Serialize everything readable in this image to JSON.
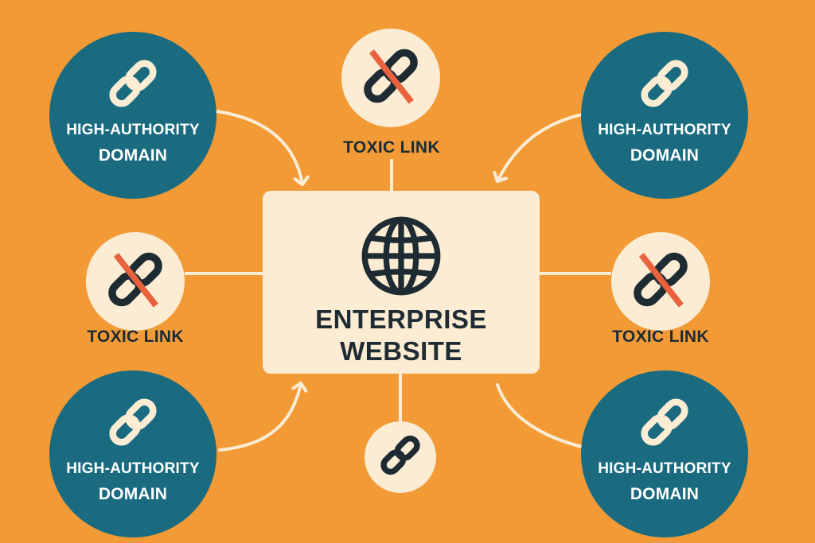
{
  "colors": {
    "background": "#f29a36",
    "domain_circle": "#1a6b80",
    "cream": "#fbecd3",
    "dark_text": "#1e2b33",
    "toxic_cross": "#e8623d",
    "connector": "#fbecd3"
  },
  "center": {
    "icon": "globe-icon",
    "line1": "ENTERPRISE",
    "line2": "WEBSITE"
  },
  "domains": {
    "top_left": {
      "icon": "link-icon",
      "line1": "HIGH-AUTHORITY",
      "line2": "DOMAIN"
    },
    "top_right": {
      "icon": "link-icon",
      "line1": "HIGH-AUTHORITY",
      "line2": "DOMAIN"
    },
    "bottom_left": {
      "icon": "link-icon",
      "line1": "HIGH-AUTHORITY",
      "line2": "DOMAIN"
    },
    "bottom_right": {
      "icon": "link-icon",
      "line1": "HIGH-AUTHORITY",
      "line2": "DOMAIN"
    }
  },
  "toxic": {
    "top": {
      "icon": "broken-link-icon",
      "label": "TOXIC LINK"
    },
    "left": {
      "icon": "broken-link-icon",
      "label": "TOXIC LINK"
    },
    "right": {
      "icon": "broken-link-icon",
      "label": "TOXIC LINK"
    }
  },
  "bottom_link": {
    "icon": "link-icon"
  }
}
